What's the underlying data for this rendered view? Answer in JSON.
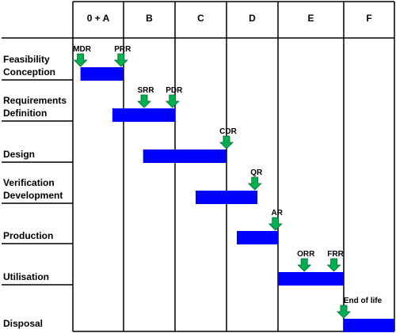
{
  "chart_data": {
    "type": "gantt",
    "phases": [
      "0 + A",
      "B",
      "C",
      "D",
      "E",
      "F"
    ],
    "activities": [
      {
        "label": [
          "Feasibility",
          "Conception"
        ],
        "start": 0.15,
        "end": 1.0
      },
      {
        "label": [
          "Requirements",
          "Definition"
        ],
        "start": 0.78,
        "end": 2.0
      },
      {
        "label": [
          "Design"
        ],
        "start": 1.38,
        "end": 3.0
      },
      {
        "label": [
          "Verification",
          "Development"
        ],
        "start": 2.4,
        "end": 3.6
      },
      {
        "label": [
          "Production"
        ],
        "start": 3.2,
        "end": 4.0
      },
      {
        "label": [
          "Utilisation"
        ],
        "start": 4.0,
        "end": 5.0
      },
      {
        "label": [
          "Disposal"
        ],
        "start": 5.0,
        "end": 6.0
      }
    ],
    "milestones": [
      {
        "name": "MDR",
        "row": 0,
        "x": 0.15
      },
      {
        "name": "PRR",
        "row": 0,
        "x": 0.95
      },
      {
        "name": "SRR",
        "row": 1,
        "x": 1.4
      },
      {
        "name": "PDR",
        "row": 1,
        "x": 1.95
      },
      {
        "name": "CDR",
        "row": 2,
        "x": 3.0
      },
      {
        "name": "QR",
        "row": 3,
        "x": 3.55
      },
      {
        "name": "AR",
        "row": 4,
        "x": 3.95
      },
      {
        "name": "ORR",
        "row": 5,
        "x": 4.4
      },
      {
        "name": "FRR",
        "row": 5,
        "x": 4.85
      },
      {
        "name": "End of life",
        "row": 6,
        "x": 5.0
      }
    ],
    "colors": {
      "bar": "#0000ff",
      "milestone": "#00b050",
      "milestone_outline": "#006633",
      "grid": "#000000"
    }
  }
}
